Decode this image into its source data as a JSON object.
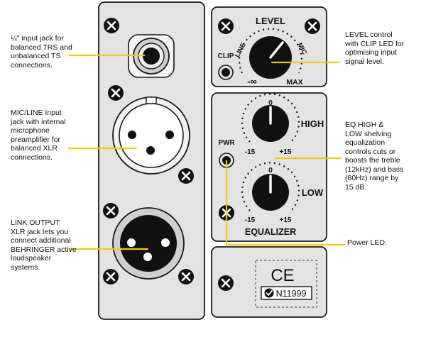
{
  "annotations": {
    "jack_quarter_inch": [
      "¼\" input jack for",
      "balanced TRS and",
      "unbalanced TS",
      "connections."
    ],
    "mic_line_input": [
      "MIC/LINE Input",
      "jack with internal",
      "microphone",
      "preamplifier for",
      "balanced XLR",
      "connections."
    ],
    "link_output": [
      "LINK OUTPUT",
      "XLR jack lets you",
      "connect additional",
      "BEHRINGER active",
      "loudspeaker",
      "systems."
    ],
    "level_control": [
      "LEVEL control",
      "with CLIP LED for",
      "optimising input",
      "signal level."
    ],
    "eq_controls": [
      "EQ HIGH &",
      "LOW shelving",
      "equalization",
      "controls cuts or",
      "boosts the treble",
      "(12kHz) and bass",
      "(80Hz) range by",
      "15 dB."
    ],
    "power_led": [
      "Power LED."
    ]
  },
  "panel": {
    "level_title": "LEVEL",
    "clip_label": "CLIP",
    "line_label": "LINE",
    "mic_label": "MIC",
    "min_label": "-∞",
    "max_label": "MAX",
    "high_label": "HIGH",
    "low_label": "LOW",
    "eq_center": "0",
    "eq_min": "-15",
    "eq_max": "+15",
    "pwr_label": "PWR",
    "equalizer_title": "EQUALIZER",
    "ce_mark": "CE",
    "cert_code": "N11999"
  },
  "colors": {
    "panel_bg": "#e3e3e3",
    "outline": "#1a1a1a",
    "callout_line": "#f2cc00",
    "knob": "#111111"
  }
}
